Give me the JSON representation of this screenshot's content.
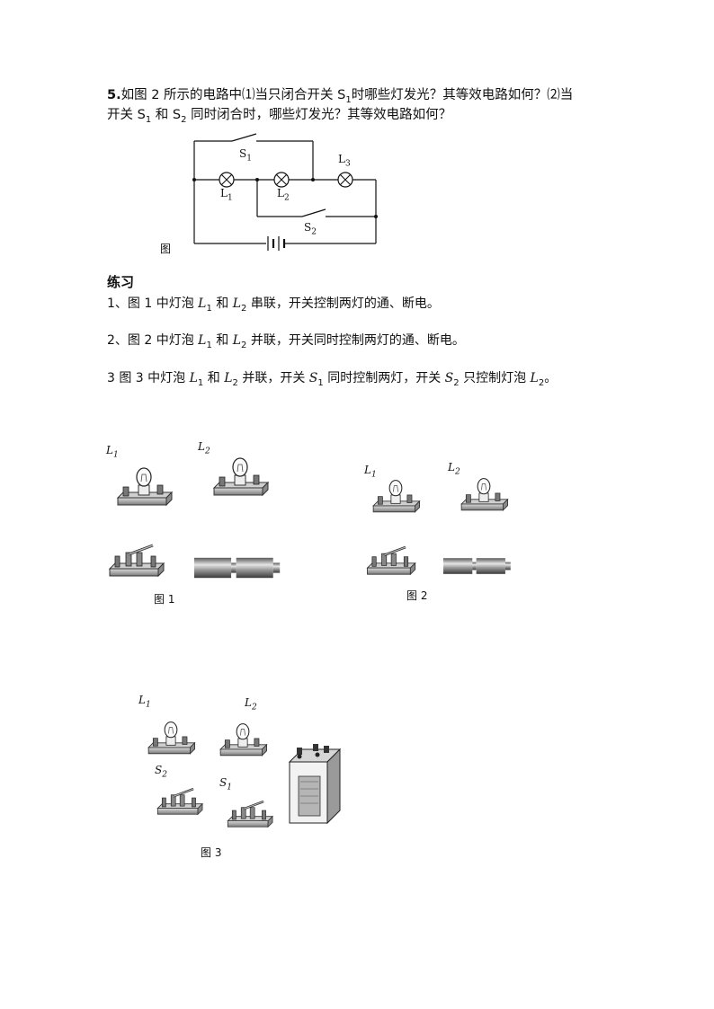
{
  "question": {
    "number": "5.",
    "line1": "如图 2 所示的电路中⑴当只闭合开关 S",
    "line1_sub": "1",
    "line1_rest": "时哪些灯发光？其等效电路如何？⑵当",
    "line2": "开关 S",
    "line2_sub1": "1",
    "line2_mid": " 和 S",
    "line2_sub2": "2",
    "line2_rest": " 同时闭合时，哪些灯发光？其等效电路如何？"
  },
  "circuit": {
    "s1": "S",
    "s1_sub": "1",
    "l1": "L",
    "l1_sub": "1",
    "l2": "L",
    "l2_sub": "2",
    "l3": "L",
    "l3_sub": "3",
    "s2": "S",
    "s2_sub": "2",
    "fig_label": "图"
  },
  "practice": {
    "heading": "练习",
    "a1": {
      "pre": "1、图 1 中灯泡 ",
      "v1": "L",
      "s1": "1",
      "mid": " 和 ",
      "v2": "L",
      "s2": "2",
      "post": " 串联，开关控制两灯的通、断电。"
    },
    "a2": {
      "pre": "2、图 2 中灯泡 ",
      "v1": "L",
      "s1": "1",
      "mid": " 和 ",
      "v2": "L",
      "s2": "2",
      "post": " 并联，开关同时控制两灯的通、断电。"
    },
    "a3": {
      "pre": "3 图 3 中灯泡 ",
      "v1": "L",
      "s1": "1",
      "mid": " 和 ",
      "v2": "L",
      "s2": "2",
      "post1": " 并联，开关 ",
      "v3": "S",
      "s3": "1",
      "post2": " 同时控制两灯，开关 ",
      "v4": "S",
      "s4": "2",
      "post3": " 只控制灯泡 ",
      "v5": "L",
      "s5": "2",
      "post4": "。"
    }
  },
  "figures": {
    "fig1": {
      "l1": "L",
      "l1_sub": "1",
      "l2": "L",
      "l2_sub": "2",
      "caption": "图 1"
    },
    "fig2": {
      "l1": "L",
      "l1_sub": "1",
      "l2": "L",
      "l2_sub": "2",
      "caption": "图 2"
    },
    "fig3": {
      "l1": "L",
      "l1_sub": "1",
      "l2": "L",
      "l2_sub": "2",
      "s2": "S",
      "s2_sub": "2",
      "s1": "S",
      "s1_sub": "1",
      "caption": "图 3"
    }
  }
}
